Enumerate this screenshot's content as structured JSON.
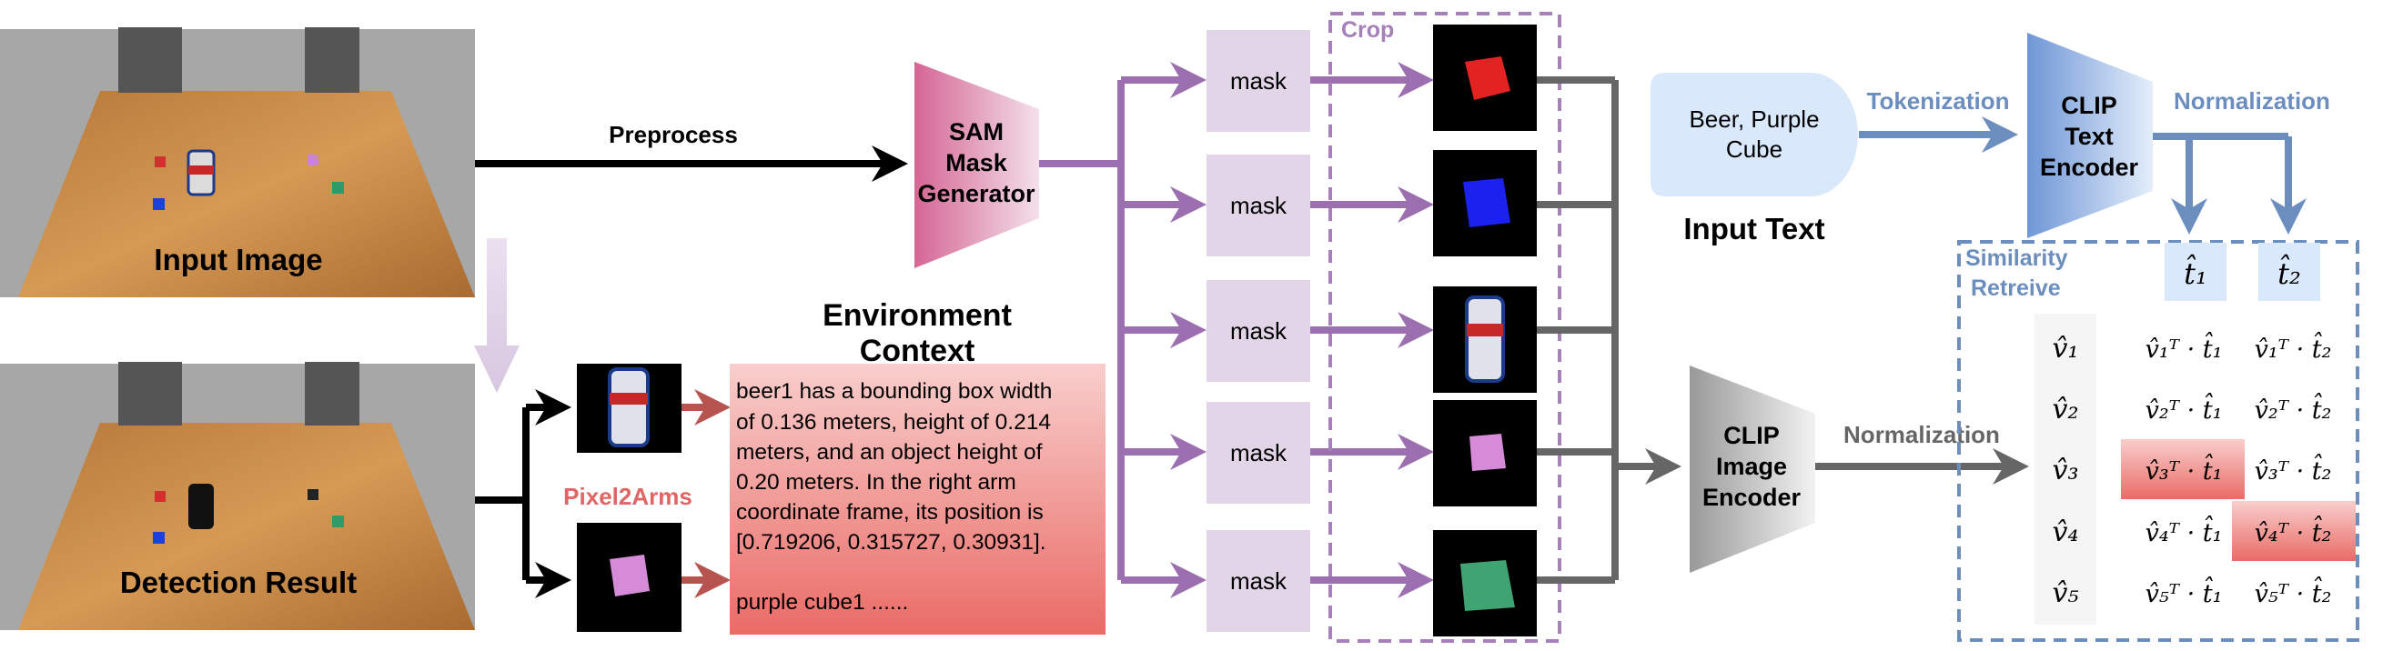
{
  "input_image": {
    "caption": "Input Image"
  },
  "detection_result": {
    "caption": "Detection Result"
  },
  "preprocess": {
    "label": "Preprocess"
  },
  "sam": {
    "line1": "SAM",
    "line2": "Mask",
    "line3": "Generator"
  },
  "masks": {
    "labels": [
      "mask",
      "mask",
      "mask",
      "mask",
      "mask"
    ]
  },
  "crop": {
    "label": "Crop"
  },
  "environment_context": {
    "title_line1": "Environment",
    "title_line2": "Context",
    "body_lines": [
      "beer1 has a bounding box width",
      "of 0.136 meters, height of 0.214",
      "meters, and an object height of",
      "0.20 meters. In the right arm",
      "coordinate frame, its position is",
      "[0.719206, 0.315727, 0.30931]."
    ],
    "body_tail": "purple cube1 ......"
  },
  "pixel2arms": {
    "label": "Pixel2Arms"
  },
  "input_text": {
    "line1": "Beer, Purple",
    "line2": "Cube",
    "caption": "Input Text"
  },
  "tokenization": {
    "label": "Tokenization"
  },
  "clip_text_encoder": {
    "line1": "CLIP",
    "line2": "Text",
    "line3": "Encoder"
  },
  "normalization_text": {
    "label": "Normalization"
  },
  "clip_image_encoder": {
    "line1": "CLIP",
    "line2": "Image",
    "line3": "Encoder"
  },
  "normalization_image": {
    "label": "Normalization"
  },
  "similarity": {
    "title_line1": "Similarity",
    "title_line2": "Retreive",
    "t_labels": [
      "t̂₁",
      "t̂₂"
    ],
    "v_labels": [
      "v̂₁",
      "v̂₂",
      "v̂₃",
      "v̂₄",
      "v̂₅"
    ],
    "matrix": [
      [
        "v̂₁ᵀ · t̂₁",
        "v̂₁ᵀ · t̂₂"
      ],
      [
        "v̂₂ᵀ · t̂₁",
        "v̂₂ᵀ · t̂₂"
      ],
      [
        "v̂₃ᵀ · t̂₁",
        "v̂₃ᵀ · t̂₂"
      ],
      [
        "v̂₄ᵀ · t̂₁",
        "v̂₄ᵀ · t̂₂"
      ],
      [
        "v̂₅ᵀ · t̂₁",
        "v̂₅ᵀ · t̂₂"
      ]
    ]
  },
  "colors": {
    "purple": "#9b6fb0",
    "gray": "#666666",
    "blue": "#6c8ebf",
    "red": "#e06666",
    "mask_fill": "#e1d5e7",
    "text_fill": "#dae8fc"
  }
}
